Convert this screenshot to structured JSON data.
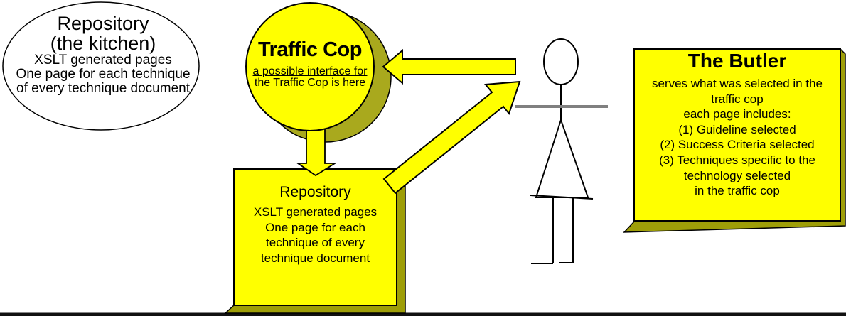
{
  "colors": {
    "shape_fill": "#ffff00",
    "shape_shadow": "#a9a91d",
    "bevel_shadow": "#9e9e08",
    "outline": "#000000",
    "arm_gray": "#808080",
    "baseline": "#111111"
  },
  "kitchen_ellipse": {
    "title": "Repository",
    "subtitle": "(the kitchen)",
    "body_lines": [
      "XSLT generated pages",
      "One page for each technique",
      "of every technique document"
    ]
  },
  "traffic_cop": {
    "title": "Traffic Cop",
    "link_lines": [
      "a possible interface for",
      "the Traffic Cop is here"
    ]
  },
  "repository_box": {
    "title": "Repository",
    "body_lines": [
      "XSLT generated pages",
      "One page for each",
      "technique of every",
      "technique document"
    ]
  },
  "butler_box": {
    "title": "The Butler",
    "body_lines": [
      "serves what was selected in the",
      "traffic cop",
      "each page includes:",
      "(1) Guideline selected",
      "(2) Success Criteria selected",
      "(3) Techniques specific to the",
      "technology selected",
      "in the traffic cop"
    ]
  }
}
